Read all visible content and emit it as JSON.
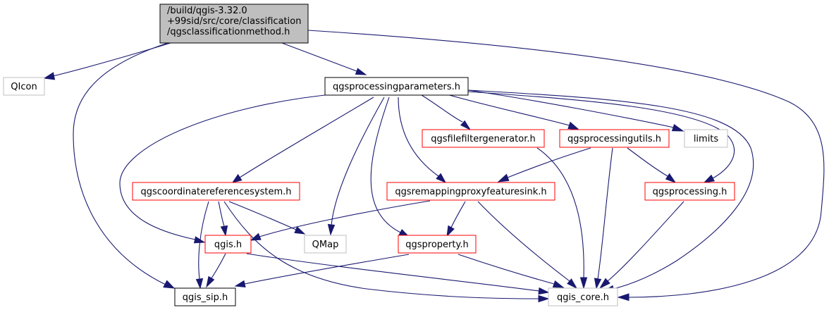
{
  "colors": {
    "edge": "#191970",
    "root_fill": "#bfbfbf",
    "border_black": "#000000",
    "border_red": "#ff0000",
    "border_gray": "#bfbfbf",
    "background": "#ffffff"
  },
  "nodes": {
    "root": {
      "lines": [
        "/build/qgis-3.32.0",
        "+99sid/src/core/classification",
        "/qgsclassificationmethod.h"
      ],
      "style": "root"
    },
    "qicon": {
      "label": "QIcon",
      "style": "gray"
    },
    "qgsprocessingparameters": {
      "label": "qgsprocessingparameters.h",
      "style": "black"
    },
    "qgsfilefiltergenerator": {
      "label": "qgsfilefiltergenerator.h",
      "style": "red"
    },
    "qgsprocessingutils": {
      "label": "qgsprocessingutils.h",
      "style": "red"
    },
    "limits": {
      "label": "limits",
      "style": "gray"
    },
    "qgscoordinatereferencesystem": {
      "label": "qgscoordinatereferencesystem.h",
      "style": "red"
    },
    "qgsremappingproxyfeaturesink": {
      "label": "qgsremappingproxyfeaturesink.h",
      "style": "red"
    },
    "qgsprocessing": {
      "label": "qgsprocessing.h",
      "style": "red"
    },
    "qgis": {
      "label": "qgis.h",
      "style": "red"
    },
    "qmap": {
      "label": "QMap",
      "style": "gray"
    },
    "qgsproperty": {
      "label": "qgsproperty.h",
      "style": "red"
    },
    "qgis_sip": {
      "label": "qgis_sip.h",
      "style": "black"
    },
    "qgis_core": {
      "label": "qgis_core.h",
      "style": "gray"
    }
  },
  "edges": [
    [
      "root",
      "qicon"
    ],
    [
      "root",
      "qgsprocessingparameters"
    ],
    [
      "root",
      "qgis_sip"
    ],
    [
      "root",
      "qgis_core"
    ],
    [
      "qgsprocessingparameters",
      "qgsfilefiltergenerator"
    ],
    [
      "qgsprocessingparameters",
      "qgsprocessingutils"
    ],
    [
      "qgsprocessingparameters",
      "limits"
    ],
    [
      "qgsprocessingparameters",
      "qgsprocessing"
    ],
    [
      "qgsprocessingparameters",
      "qgis_core"
    ],
    [
      "qgsprocessingparameters",
      "qgscoordinatereferencesystem"
    ],
    [
      "qgsprocessingparameters",
      "qgis"
    ],
    [
      "qgsprocessingparameters",
      "qmap"
    ],
    [
      "qgsprocessingparameters",
      "qgsremappingproxyfeaturesink"
    ],
    [
      "qgsprocessingparameters",
      "qgsproperty"
    ],
    [
      "qgsfilefiltergenerator",
      "qgis_core"
    ],
    [
      "qgsprocessingutils",
      "qgsremappingproxyfeaturesink"
    ],
    [
      "qgsprocessingutils",
      "qgsprocessing"
    ],
    [
      "qgsprocessingutils",
      "qgis_core"
    ],
    [
      "qgscoordinatereferencesystem",
      "qgis"
    ],
    [
      "qgscoordinatereferencesystem",
      "qmap"
    ],
    [
      "qgscoordinatereferencesystem",
      "qgis_sip"
    ],
    [
      "qgscoordinatereferencesystem",
      "qgis_core"
    ],
    [
      "qgsremappingproxyfeaturesink",
      "qgis"
    ],
    [
      "qgsremappingproxyfeaturesink",
      "qgsproperty"
    ],
    [
      "qgsremappingproxyfeaturesink",
      "qgis_core"
    ],
    [
      "qgsprocessing",
      "qgis_core"
    ],
    [
      "qgis",
      "qgis_sip"
    ],
    [
      "qgis",
      "qgis_core"
    ],
    [
      "qgsproperty",
      "qgis_sip"
    ],
    [
      "qgsproperty",
      "qgis_core"
    ]
  ]
}
